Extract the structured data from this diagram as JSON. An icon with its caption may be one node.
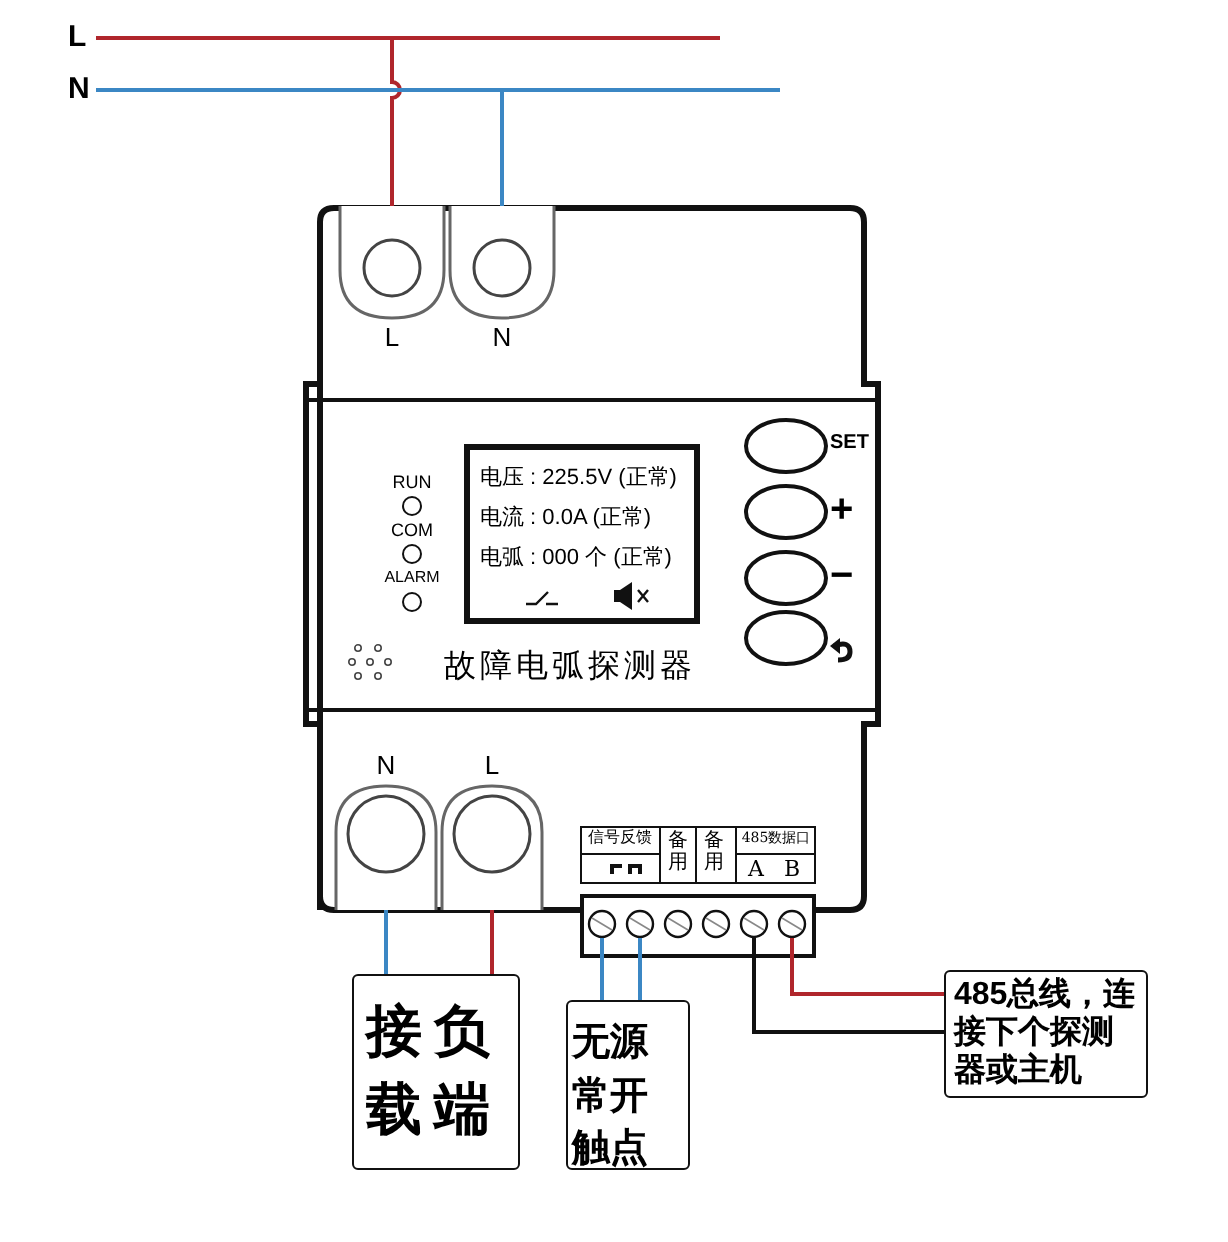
{
  "diagram": {
    "nodes": [
      {
        "text": [
          "L"
        ]
      },
      {
        "text": [
          "N"
        ]
      },
      {
        "text": [
          "故障电弧探测器"
        ]
      },
      {
        "text": [
          "L"
        ],
        "in": 2
      },
      {
        "text": [
          "N"
        ],
        "in": 2
      },
      {
        "text": [
          "电压 : 225.5V (正常)",
          "电流 : 0.0A (正常)",
          "电弧 : 000 个 (正常)"
        ],
        "in": 2
      },
      {
        "text": [
          "SET"
        ],
        "in": 2
      },
      {
        "text": [
          "+"
        ],
        "in": 2
      },
      {
        "text": [
          "−"
        ],
        "in": 2
      },
      {
        "text": [],
        "shape": "circle",
        "in": 2
      },
      {
        "text": [
          "RUN"
        ],
        "in": 2
      },
      {
        "text": [
          "COM"
        ],
        "in": 2
      },
      {
        "text": [
          "ALARM"
        ],
        "in": 2
      },
      {
        "text": [
          "N"
        ],
        "in": 2
      },
      {
        "text": [
          "L"
        ],
        "in": 2
      },
      {
        "text": [],
        "shape": "circle"
      },
      {
        "text": [],
        "shape": "circle"
      },
      {
        "text": [],
        "shape": "circle"
      },
      {
        "text": [],
        "shape": "circle"
      },
      {
        "text": [],
        "shape": "circle"
      },
      {
        "text": [],
        "shape": "circle"
      },
      {
        "text": [
          "接负载端"
        ]
      },
      {
        "text": [
          "无源常开触点"
        ]
      },
      {
        "text": [
          "485总线，连接下个探测器或主机"
        ]
      }
    ],
    "edges": [
      {
        "from": 0,
        "to": 3,
        "arrow": "none",
        "color": "#b0262c"
      },
      {
        "from": 1,
        "to": 4,
        "arrow": "none",
        "color": "#3b87c4"
      },
      {
        "from": 13,
        "to": 21,
        "arrow": "none",
        "color": "#3b87c4"
      },
      {
        "from": 14,
        "to": 21,
        "arrow": "none",
        "color": "#b0262c"
      },
      {
        "from": 15,
        "to": 22,
        "arrow": "none",
        "color": "#3b87c4"
      },
      {
        "from": 16,
        "to": 22,
        "arrow": "none",
        "color": "#3b87c4"
      },
      {
        "from": 19,
        "to": 23,
        "arrow": "none",
        "color": "#111111"
      },
      {
        "from": 20,
        "to": 23,
        "arrow": "none",
        "color": "#b0262c"
      }
    ],
    "labels": [
      "信号反馈",
      "备用",
      "备用",
      "485数据口",
      "A",
      "B"
    ]
  }
}
